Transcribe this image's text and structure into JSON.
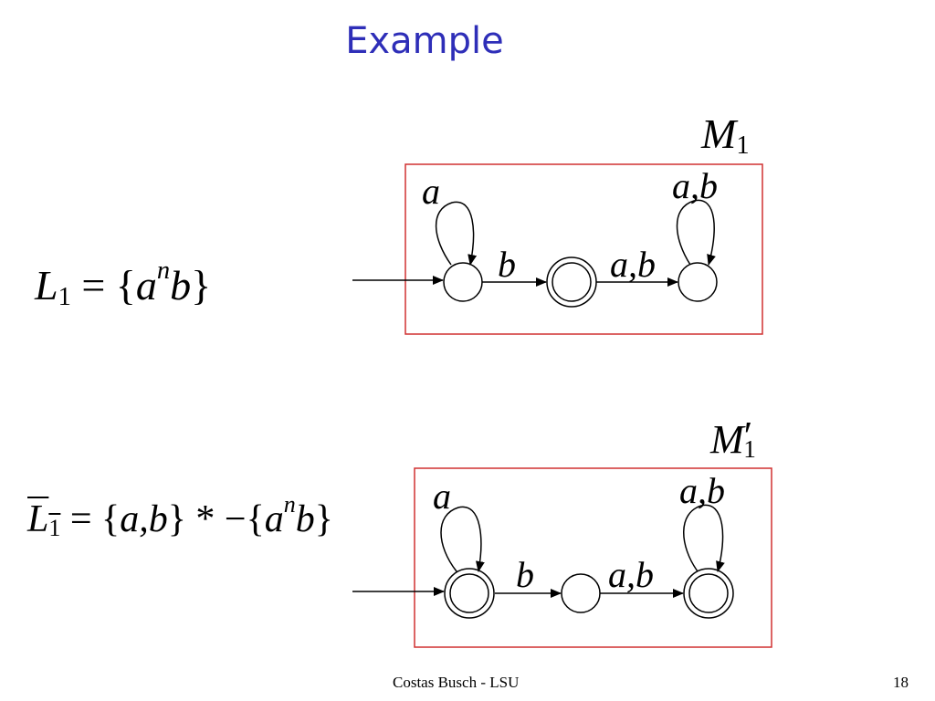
{
  "slide": {
    "title": "Example",
    "footer_text": "Costas Busch - LSU",
    "page_number": "18"
  },
  "languages": {
    "l1": {
      "name_letter": "L",
      "name_sub": "1",
      "equals_open": " = {",
      "base": "a",
      "exponent": "n",
      "tail": "b",
      "close": "}"
    },
    "l1_complement": {
      "name_letter": "L",
      "name_sub": "1",
      "equals_open": " = {",
      "alphabet": "a,b",
      "star_minus": "} * −{",
      "base": "a",
      "exponent": "n",
      "tail": "b",
      "close": "}"
    }
  },
  "machines": {
    "m1": {
      "name_letter": "M",
      "name_sub": "1",
      "states": [
        {
          "accepting": false
        },
        {
          "accepting": true
        },
        {
          "accepting": false
        }
      ],
      "loop_labels": [
        "a",
        "a,b"
      ],
      "edge_labels": [
        "b",
        "a,b"
      ]
    },
    "m1_prime": {
      "name_letter": "M",
      "name_prime": "′",
      "name_sub": "1",
      "states": [
        {
          "accepting": true
        },
        {
          "accepting": false
        },
        {
          "accepting": true
        }
      ],
      "loop_labels": [
        "a",
        "a,b"
      ],
      "edge_labels": [
        "b",
        "a,b"
      ]
    }
  },
  "colors": {
    "title": "#2e2eb8",
    "machine_box": "#d03030",
    "stroke": "#000000"
  }
}
